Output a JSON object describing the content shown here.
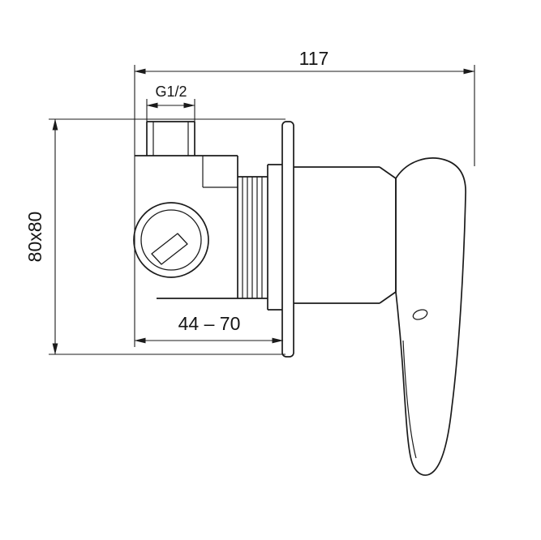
{
  "drawing": {
    "labels": {
      "top_width": "117",
      "thread": "G1/2",
      "plate_size": "80x80",
      "depth_range": "44 – 70"
    },
    "colors": {
      "line": "#1b1b1b",
      "background": "#ffffff"
    }
  }
}
